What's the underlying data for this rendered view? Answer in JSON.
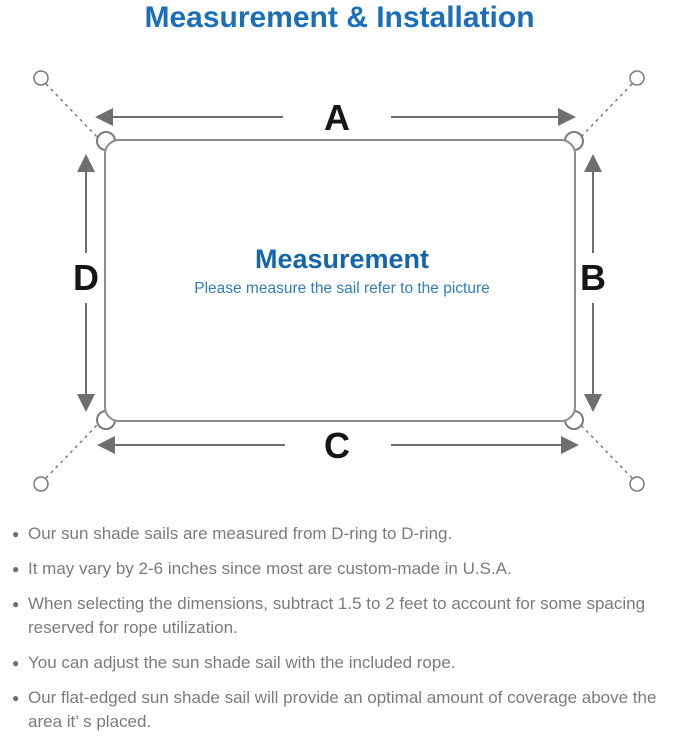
{
  "page_title": "Measurement & Installation",
  "colors": {
    "title_blue": "#1b6fb8",
    "center_title_blue": "#1565ad",
    "center_subtitle_blue": "#2f7fba",
    "diagram_gray": "#6f6f6f",
    "sail_outline_gray": "#8c8c8c",
    "body_text_gray": "#7b7b7b",
    "label_black": "#161616"
  },
  "diagram": {
    "center_title": "Measurement",
    "center_subtitle": "Please measure the sail refer to the picture",
    "labels": {
      "top": "A",
      "right": "B",
      "bottom": "C",
      "left": "D"
    }
  },
  "bullets": {
    "glyph": "●",
    "items": [
      "Our sun shade sails are measured from D-ring to D-ring.",
      "It may vary by 2-6 inches since most are custom-made in U.S.A.",
      "When selecting the dimensions, subtract 1.5 to 2 feet to account for some spacing reserved for rope utilization.",
      "You can adjust the sun shade sail with the included rope.",
      "Our flat-edged sun shade sail will provide an optimal amount of coverage above the area it’ s placed."
    ]
  }
}
